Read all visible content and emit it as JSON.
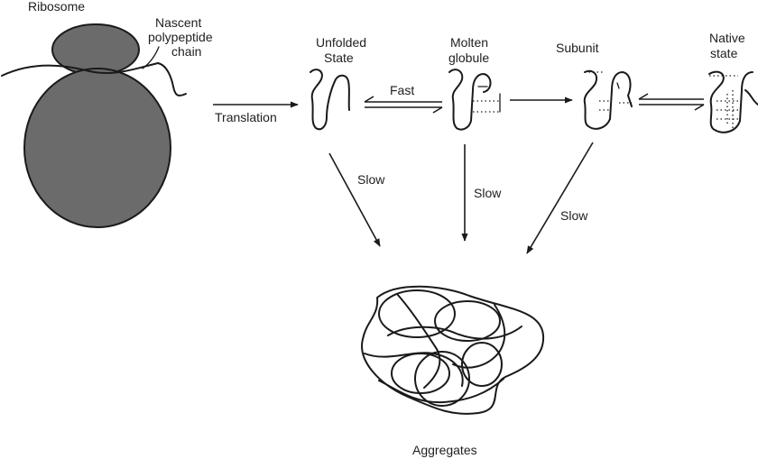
{
  "labels": {
    "ribosome": "Ribosome",
    "nascent_line1": "Nascent",
    "nascent_line2": "polypeptide",
    "nascent_line3": "chain",
    "translation": "Translation",
    "unfolded_line1": "Unfolded",
    "unfolded_line2": "State",
    "molten_line1": "Molten",
    "molten_line2": "globule",
    "subunit": "Subunit",
    "native_line1": "Native",
    "native_line2": "state",
    "fast": "Fast",
    "slow_left": "Slow",
    "slow_middle": "Slow",
    "slow_right": "Slow",
    "aggregates": "Aggregates"
  },
  "colors": {
    "ribosome_fill": "#6b6b6b",
    "line": "#1a1a1a",
    "text": "#1e1e1e"
  }
}
